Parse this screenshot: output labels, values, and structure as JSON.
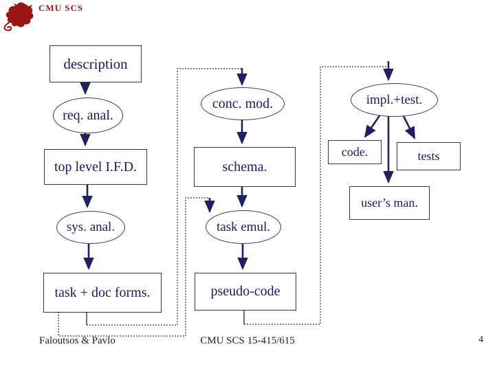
{
  "header": {
    "logo_name": "cmu-dragon",
    "title": "CMU SCS"
  },
  "colors": {
    "maroon": "#9b1b16",
    "node_text_navy": "#1a1a5e",
    "arrow_navy": "#1f2060",
    "dotted_line": "#2b2b2b",
    "footer_text": "#1c1c1c",
    "background": "#ffffff"
  },
  "diagram": {
    "nodes": {
      "description": {
        "label": "description",
        "shape": "box"
      },
      "req_anal": {
        "label": "req. anal.",
        "shape": "ellipse"
      },
      "top_level_ifd": {
        "label": "top level I.F.D.",
        "shape": "box"
      },
      "sys_anal": {
        "label": "sys. anal.",
        "shape": "ellipse"
      },
      "task_doc_forms": {
        "label": "task + doc forms.",
        "shape": "box"
      },
      "conc_mod": {
        "label": "conc. mod.",
        "shape": "ellipse"
      },
      "schema": {
        "label": "schema.",
        "shape": "box"
      },
      "task_emul": {
        "label": "task emul.",
        "shape": "ellipse"
      },
      "pseudo_code": {
        "label": "pseudo-code",
        "shape": "box"
      },
      "impl_test": {
        "label": "impl.+test.",
        "shape": "ellipse"
      },
      "code": {
        "label": "code.",
        "shape": "box"
      },
      "tests": {
        "label": "tests",
        "shape": "box"
      },
      "users_man": {
        "label": "user’s man.",
        "shape": "box"
      }
    },
    "solid_arrows": [
      "description->req_anal",
      "req_anal->top_level_ifd",
      "top_level_ifd->sys_anal",
      "sys_anal->task_doc_forms",
      "feedback1->conc_mod",
      "conc_mod->schema",
      "schema->task_emul",
      "feedback2->task_emul",
      "task_emul->pseudo_code",
      "feedback3->impl_test",
      "impl_test->code",
      "impl_test->tests",
      "impl_test->users_man"
    ],
    "dotted_feedback": [
      "task_doc_forms->conc_mod",
      "task_doc_forms->task_emul",
      "pseudo_code->impl_test"
    ]
  },
  "footer": {
    "left": "Faloutsos & Pavlo",
    "center": "CMU SCS 15-415/615",
    "page": "4"
  }
}
